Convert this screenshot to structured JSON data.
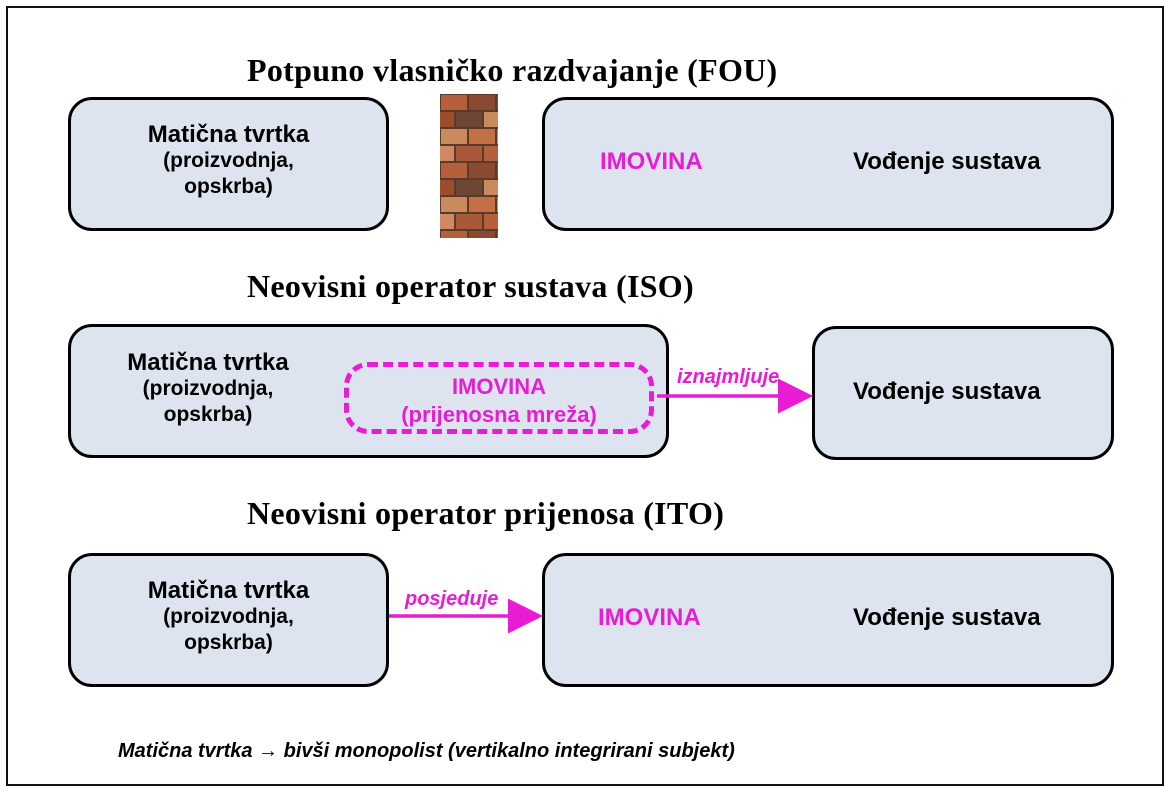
{
  "colors": {
    "box_fill": "#dde4f0",
    "accent_magenta": "#e81cd4",
    "border": "#000000"
  },
  "sections": [
    {
      "heading": "Potpuno vlasničko razdvajanje (FOU)",
      "parent": {
        "title": "Matična tvrtka",
        "line2": "(proizvodnja,",
        "line3": "opskrba)"
      },
      "asset": "IMOVINA",
      "system": "Vođenje sustava",
      "separator": "brick-wall"
    },
    {
      "heading": "Neovisni operator sustava (ISO)",
      "parent": {
        "title": "Matična tvrtka",
        "line2": "(proizvodnja,",
        "line3": "opskrba)"
      },
      "asset_line1": "IMOVINA",
      "asset_line2": "(prijenosna mreža)",
      "arrow_label": "iznajmljuje",
      "system": "Vođenje sustava"
    },
    {
      "heading": "Neovisni operator prijenosa (ITO)",
      "parent": {
        "title": "Matična tvrtka",
        "line2": "(proizvodnja,",
        "line3": "opskrba)"
      },
      "arrow_label": "posjeduje",
      "asset": "IMOVINA",
      "system": "Vođenje sustava"
    }
  ],
  "footer": "Matična tvrtka → bivši monopolist (vertikalno integrirani subjekt)"
}
